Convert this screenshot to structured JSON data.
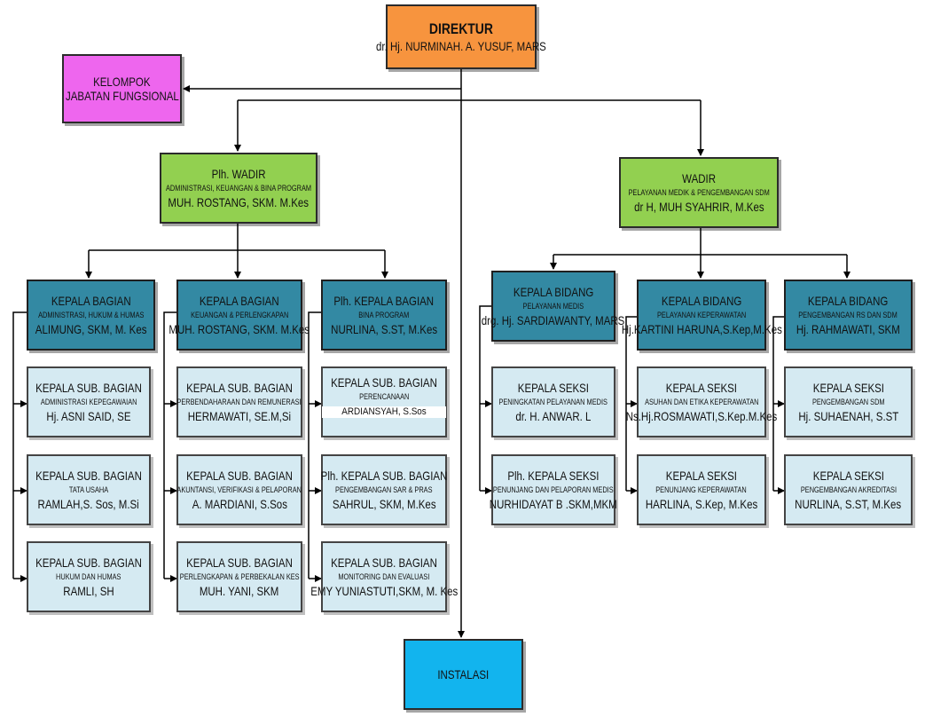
{
  "direktur": {
    "title": "DIREKTUR",
    "name": "dr. Hj. NURMINAH. A. YUSUF, MARS"
  },
  "jabatan_fungsional": {
    "line1": "KELOMPOK",
    "line2": "JABATAN FUNGSIONAL"
  },
  "wadir_left": {
    "title": "Plh. WADIR",
    "unit": "ADMINISTRASI, KEUANGAN & BINA PROGRAM",
    "name": "MUH. ROSTANG, SKM. M.Kes"
  },
  "wadir_right": {
    "title": "WADIR",
    "unit": "PELAYANAN MEDIK & PENGEMBANGAN SDM",
    "name": "dr H, MUH SYAHRIR, M.Kes"
  },
  "bagian": [
    {
      "title": "KEPALA BAGIAN",
      "unit": "ADMINISTRASI, HUKUM & HUMAS",
      "name": "ALIMUNG, SKM, M. Kes"
    },
    {
      "title": "KEPALA BAGIAN",
      "unit": "KEUANGAN & PERLENGKAPAN",
      "name": "MUH. ROSTANG, SKM. M.Kes"
    },
    {
      "title": "Plh. KEPALA BAGIAN",
      "unit": "BINA PROGRAM",
      "name": "NURLINA, S.ST, M.Kes"
    }
  ],
  "bidang": [
    {
      "title": "KEPALA BIDANG",
      "unit": "PELAYANAN MEDIS",
      "name": "drg. Hj. SARDIAWANTY, MARS"
    },
    {
      "title": "KEPALA BIDANG",
      "unit": "PELAYANAN KEPERAWATAN",
      "name": "Hj.KARTINI HARUNA,S.Kep,M.Kes"
    },
    {
      "title": "KEPALA BIDANG",
      "unit": "PENGEMBANGAN RS DAN SDM",
      "name": "Hj. RAHMAWATI, SKM"
    }
  ],
  "sub_bagian_col1": [
    {
      "title": "KEPALA SUB. BAGIAN",
      "unit": "ADMINISTRASI KEPEGAWAIAN",
      "name": "Hj. ASNI SAID, SE"
    },
    {
      "title": "KEPALA SUB. BAGIAN",
      "unit": "TATA USAHA",
      "name": "RAMLAH,S. Sos, M.Si"
    },
    {
      "title": "KEPALA SUB. BAGIAN",
      "unit": "HUKUM DAN HUMAS",
      "name": "RAMLI, SH"
    }
  ],
  "sub_bagian_col2": [
    {
      "title": "KEPALA SUB. BAGIAN",
      "unit": "PERBENDAHARAAN DAN REMUNERASI",
      "name": "HERMAWATI, SE.M,Si"
    },
    {
      "title": "KEPALA SUB. BAGIAN",
      "unit": "AKUNTANSI, VERIFIKASI & PELAPORAN",
      "name": "A. MARDIANI, S.Sos"
    },
    {
      "title": "KEPALA SUB. BAGIAN",
      "unit": "PERLENGKAPAN & PERBEKALAN KES",
      "name": "MUH. YANI, SKM"
    }
  ],
  "sub_bagian_col3": [
    {
      "title": "KEPALA SUB. BAGIAN",
      "unit": "PERENCANAAN",
      "name": "ARDIANSYAH, S.Sos"
    },
    {
      "title": "Plh. KEPALA SUB. BAGIAN",
      "unit": "PENGEMBANGAN SAR & PRAS",
      "name": "SAHRUL, SKM, M.Kes"
    },
    {
      "title": "KEPALA SUB. BAGIAN",
      "unit": "MONITORING DAN EVALUASI",
      "name": "EMY YUNIASTUTI,SKM, M. Kes"
    }
  ],
  "seksi_col1": [
    {
      "title": "KEPALA SEKSI",
      "unit": "PENINGKATAN PELAYANAN MEDIS",
      "name": "dr. H. ANWAR. L"
    },
    {
      "title": "Plh. KEPALA SEKSI",
      "unit": "PENUNJANG DAN PELAPORAN MEDIS",
      "name": "NURHIDAYAT B .SKM,MKM"
    }
  ],
  "seksi_col2": [
    {
      "title": "KEPALA SEKSI",
      "unit": "ASUHAN DAN ETIKA KEPERAWATAN",
      "name": "Ns.Hj.ROSMAWATI,S.Kep.M.Kes"
    },
    {
      "title": "KEPALA SEKSI",
      "unit": "PENUNJANG KEPERAWATAN",
      "name": "HARLINA, S.Kep, M.Kes"
    }
  ],
  "seksi_col3": [
    {
      "title": "KEPALA SEKSI",
      "unit": "PENGEMBANGAN SDM",
      "name": "Hj. SUHAENAH, S.ST"
    },
    {
      "title": "KEPALA SEKSI",
      "unit": "PENGEMBANGAN AKREDITASI",
      "name": "NURLINA, S.ST, M.Kes"
    }
  ],
  "instalasi": {
    "label": "INSTALASI"
  },
  "colors": {
    "direktur": "#f7943e",
    "jabatan": "#ee66ee",
    "wadir": "#92d050",
    "head": "#3389a3",
    "sub": "#d5eaf2",
    "instalasi": "#12b4ee"
  }
}
